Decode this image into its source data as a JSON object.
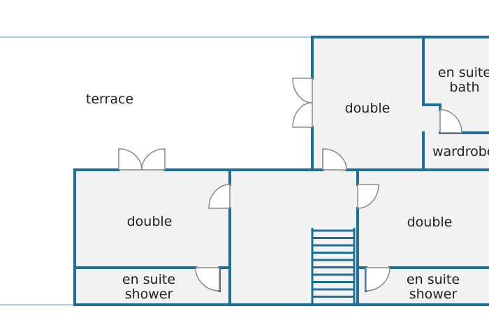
{
  "colors": {
    "wall": "#1f6d9b",
    "floor": "#f2f2f2",
    "terrace_edge": "#a9cde3",
    "background": "#ffffff",
    "text": "#1f1f1f"
  },
  "rooms": {
    "terrace": {
      "label": "terrace"
    },
    "upper_double": {
      "label": "double"
    },
    "en_suite_bath": {
      "label_line1": "en suite",
      "label_line2": "bath"
    },
    "wardrobe": {
      "label": "wardrobe"
    },
    "left_double": {
      "label": "double"
    },
    "left_shower": {
      "label_line1": "en suite",
      "label_line2": "shower"
    },
    "right_double": {
      "label": "double"
    },
    "right_shower": {
      "label_line1": "en suite",
      "label_line2": "shower"
    }
  }
}
